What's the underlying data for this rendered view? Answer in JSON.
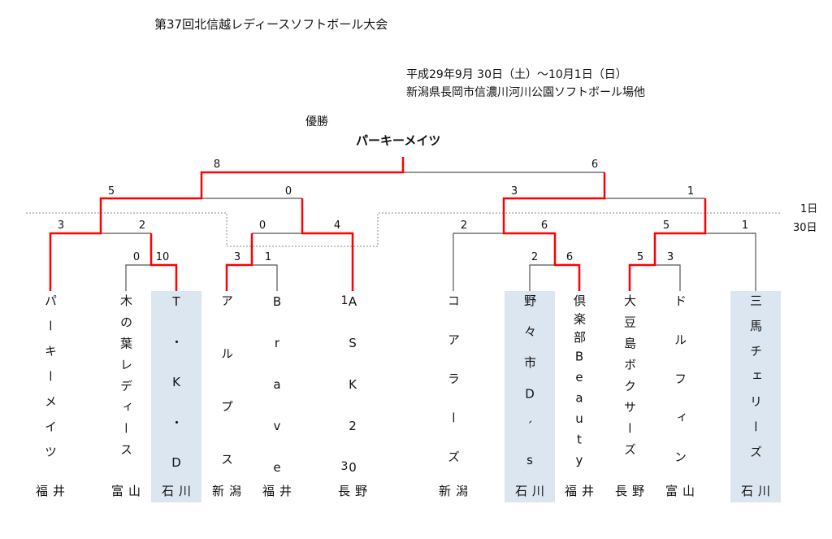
{
  "title": "第37回北信越レディースソフトボール大会",
  "date_line": "平成29年9月 30日（土）～10月1日（日）",
  "venue_line": "新潟県長岡市信濃川河川公園ソフトボール場他",
  "champion_label": "優勝",
  "champion": "パーキーメイツ",
  "day_labels": {
    "day2": "1日",
    "day1": "30日"
  },
  "colors": {
    "winner_line": "#ff0000",
    "loser_line": "#555555",
    "highlight": "#dce6f1"
  },
  "scores": {
    "final": [
      "8",
      "6"
    ],
    "semi": [
      "5",
      "0",
      "3",
      "1"
    ],
    "quarter": [
      "3",
      "2",
      "0",
      "4",
      "2",
      "6",
      "5",
      "1"
    ],
    "first": [
      "0",
      "10",
      "3",
      "1",
      "2",
      "6",
      "5",
      "3"
    ]
  },
  "teams": [
    {
      "name": "パーキーメイツ",
      "pref": "福井",
      "highlight": false
    },
    {
      "name": "木の葉レディース",
      "pref": "富山",
      "highlight": false
    },
    {
      "name": "T・K・D",
      "pref": "石川",
      "highlight": true
    },
    {
      "name": "アルプス",
      "pref": "新潟",
      "highlight": false
    },
    {
      "name": "Brave",
      "pref": "福井",
      "highlight": false
    },
    {
      "name": "ASK20",
      "side_top": "1",
      "side_bottom": "3",
      "pref": "長野",
      "highlight": false
    },
    {
      "name": "コアラーズ",
      "pref": "新潟",
      "highlight": false
    },
    {
      "name": "野々市D´s",
      "pref": "石川",
      "highlight": true
    },
    {
      "name": "倶楽部Beauty",
      "pref": "福井",
      "highlight": false
    },
    {
      "name": "大豆島ボクサーズ",
      "pref": "長野",
      "highlight": false
    },
    {
      "name": "ドルフィン",
      "pref": "富山",
      "highlight": false
    },
    {
      "name": "三馬チェリーズ",
      "pref": "石川",
      "highlight": true
    }
  ]
}
